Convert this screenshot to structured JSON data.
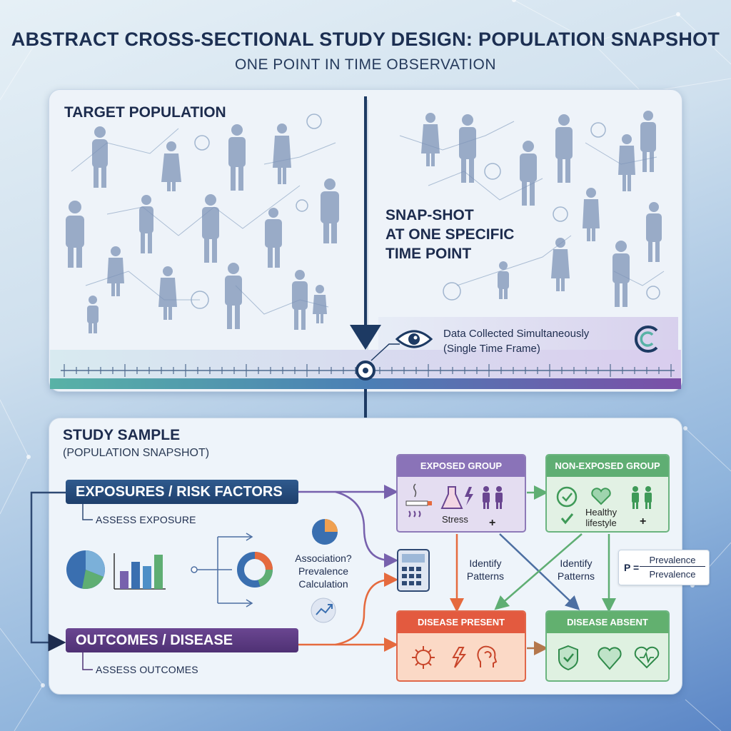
{
  "title": "ABSTRACT CROSS-SECTIONAL STUDY DESIGN: POPULATION SNAPSHOT",
  "subtitle": "ONE POINT IN TIME OBSERVATION",
  "top_panel": {
    "title": "TARGET POPULATION",
    "snapshot_lines": [
      "SNAP-SHOT",
      "AT ONE SPECIFIC",
      "TIME POINT"
    ],
    "data_collected": "Data Collected Simultaneously",
    "single_time_frame": "(Single Time Frame)"
  },
  "bottom_panel": {
    "title": "STUDY SAMPLE",
    "subtitle": "(POPULATION SNAPSHOT)",
    "exposures": "EXPOSURES / RISK FACTORS",
    "assess_exposure": "ASSESS EXPOSURE",
    "outcomes": "OUTCOMES / DISEASE",
    "assess_outcomes": "ASSESS OUTCOMES",
    "association": [
      "Association?",
      "Prevalence",
      "Calculation"
    ],
    "identify_patterns_1": [
      "Identify",
      "Patterns"
    ],
    "identify_patterns_2": [
      "Identify",
      "Patterns"
    ],
    "exposed_group": "EXPOSED GROUP",
    "stress": "Stress",
    "plus": "+",
    "non_exposed_group": "NON-EXPOSED GROUP",
    "healthy_lifestyle": [
      "Healthy",
      "lifestyle"
    ],
    "disease_present": "DISEASE PRESENT",
    "disease_absent": "DISEASE ABSENT",
    "formula": {
      "p": "P =",
      "numerator": "Prevalence",
      "denominator": "Prevalence"
    }
  },
  "colors": {
    "navy": "#1d2c4e",
    "exposure_blue": "#2f5a8e",
    "outcome_purple": "#6a4691",
    "exposed": "#8a73b8",
    "non_exposed": "#5fae73",
    "disease_present": "#e35a3f",
    "disease_absent": "#62b06f",
    "arrow_orange": "#e56a3e"
  },
  "icons": [
    "eye-icon",
    "logo-c-icon",
    "cigarette-icon",
    "flask-icon",
    "lightning-icon",
    "people-icon",
    "check-icon",
    "heart-icon",
    "calculator-icon",
    "pie-chart-icon",
    "bar-chart-icon",
    "donut-chart-icon",
    "trend-icon",
    "virus-icon",
    "head-icon",
    "shield-icon",
    "heartbeat-icon",
    "gear-icon"
  ]
}
